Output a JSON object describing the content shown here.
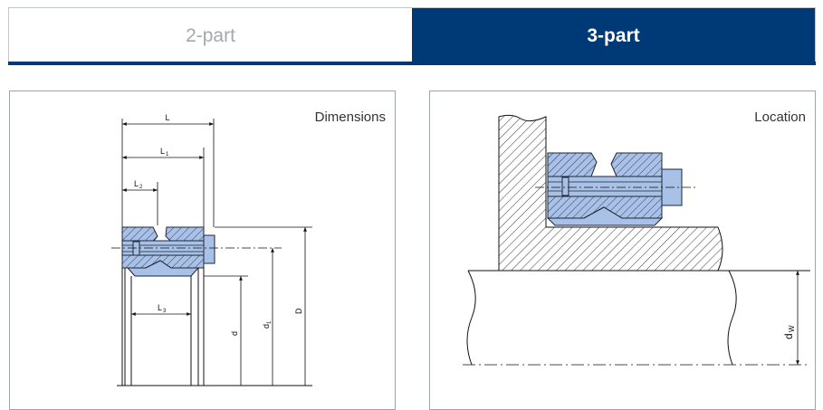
{
  "tabs": [
    {
      "label": "2-part",
      "active": false
    },
    {
      "label": "3-part",
      "active": true
    }
  ],
  "dimensions_panel": {
    "title": "Dimensions",
    "labels": {
      "L": "L",
      "L1_main": "L",
      "L1_sub": "1",
      "L2_main": "L",
      "L2_sub": "2",
      "L3_main": "L",
      "L3_sub": "3",
      "d": "d",
      "d1_main": "d",
      "d1_sub": "1",
      "D": "D"
    }
  },
  "location_panel": {
    "title": "Location",
    "labels": {
      "dw_main": "d",
      "dw_sub": "W"
    }
  },
  "colors": {
    "accent": "#003a76",
    "part_fill": "#a9c1e6",
    "inactive_text": "#a4a9b0"
  }
}
